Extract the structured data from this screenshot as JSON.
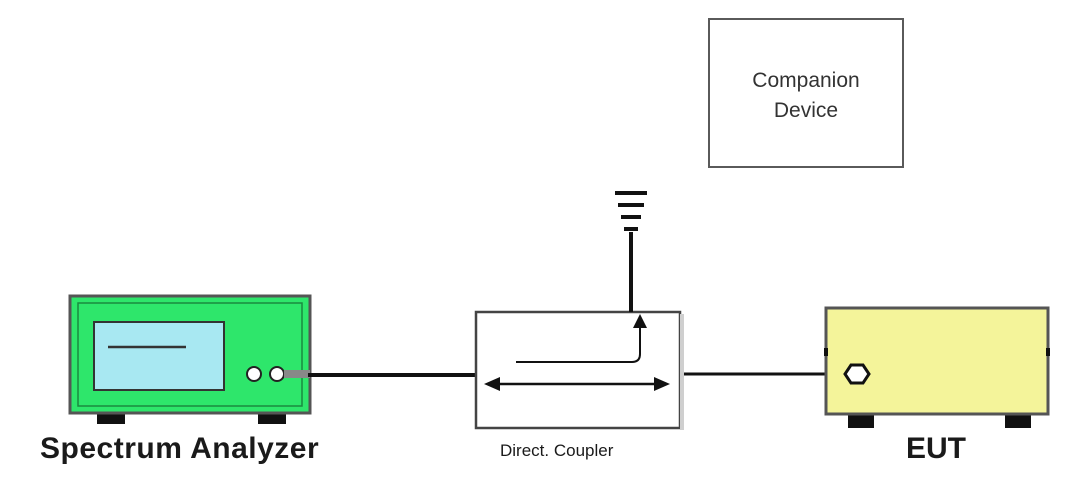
{
  "companion": {
    "line1": "Companion",
    "line2": "Device"
  },
  "labels": {
    "spectrum_analyzer": "Spectrum Analyzer",
    "coupler": "Direct. Coupler",
    "eut": "EUT"
  },
  "colors": {
    "analyzer_body": "#2ee66b",
    "analyzer_screen": "#a8e8f2",
    "eut_body": "#f4f49a",
    "coupler_body": "#ffffff",
    "line": "#111111"
  },
  "icons": [
    "ground-symbol-icon",
    "connector-icon"
  ]
}
